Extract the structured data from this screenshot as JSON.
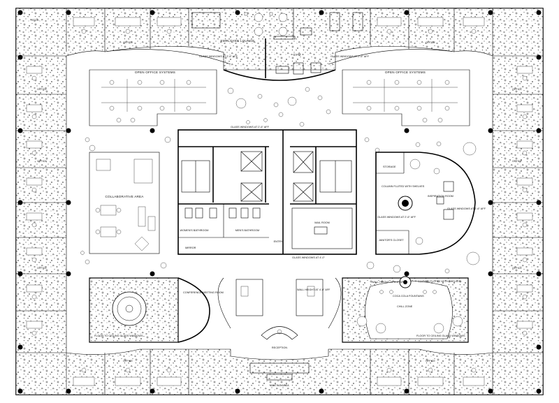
{
  "plan": {
    "rooms": {
      "employee_lounge": "EMPLOYEE LOUNGE",
      "gym": "GYM",
      "open_office_left": "OPEN OFFICE SYSTEMS",
      "open_office_right": "OPEN OFFICE SYSTEMS",
      "collaborative_area": "COLLABORATIVE AREA",
      "womens_bathroom": "WOMEN'S BATHROOM",
      "mens_bathroom": "MEN'S BATHROOM",
      "mail_room": "MAIL ROOM",
      "entry": "ENTRY",
      "storage": "STORAGE",
      "inspiration_room": "INSPIRATION ROOM",
      "janitors_closet": "JANITOR'S CLOSET",
      "conference_room": "CONFERENCE MEETING ROOM",
      "reception": "RECEPTION",
      "waiting_area": "WAITING AREA",
      "chill_zone": "CHILL ZONE",
      "office": "OFFICE",
      "storage_small": "STOR."
    },
    "notes": {
      "glass_windows_top_left": "GLASS WINDOWS AT 2'-6\" AFF",
      "glass_windows_top_right": "GLASS WINDOWS AT 2'-6\" AFF",
      "glass_windows_core_top": "GLASS WINDOWS AT 2'-6\" AFF",
      "glass_windows_core_bottom": "GLASS WINDOWS AT 4'-0\"",
      "column_fluted": "COLUMN FLUTED WITH SHELVES",
      "glass_windows_inspiration": "GLASS WINDOWS AT 2'-6\" AFF",
      "glass_windows_right": "GLASS WINDOWS AT 2'-6\" AFF",
      "floor_to_ceiling_left": "FLOOR TO CEILING GLASS WINDOWS",
      "floor_to_ceiling_right": "FLOOR TO CEILING GLASS WINDOWS",
      "coca_cola_fountains": "COCA COLA FOUNTAINS",
      "wall_height_chill": "WALL HEIGHT AT 4'-0\" AFF",
      "column_fluted_chill": "COLUMN FLUTED WITH SHELVES",
      "wall_height_reception": "WALL HEIGHT AT 4'-0\" AFF",
      "mirror": "MIRROR"
    }
  }
}
